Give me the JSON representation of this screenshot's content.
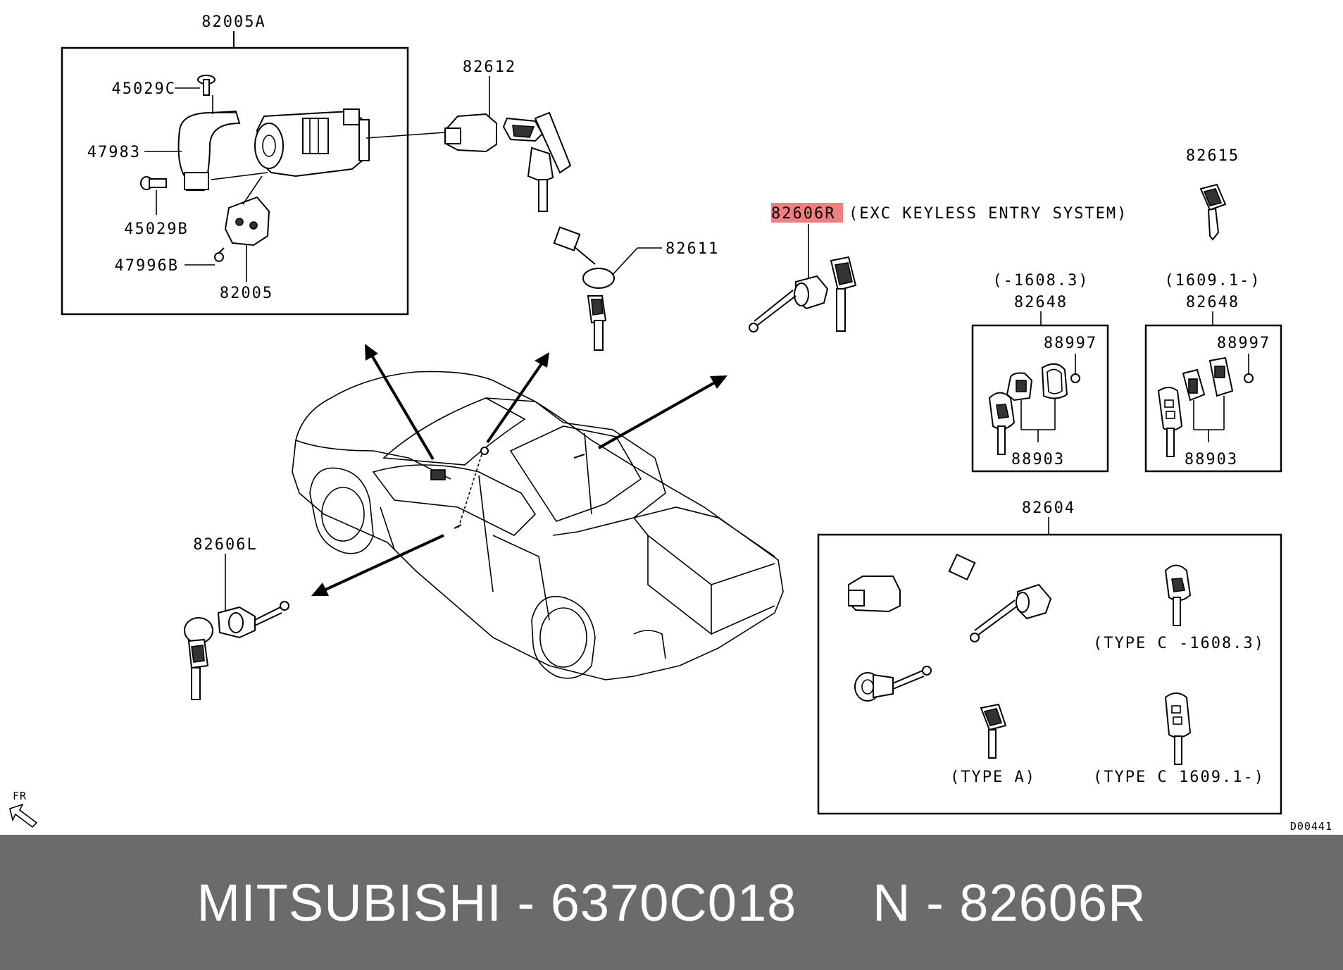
{
  "labels": {
    "p82005A": "82005A",
    "p45029C": "45029C",
    "p47983": "47983",
    "p45029B": "45029B",
    "p47996B": "47996B",
    "p82005": "82005",
    "p82612": "82612",
    "p82611": "82611",
    "p82606R": "82606R",
    "note_82606R": "(EXC KEYLESS ENTRY SYSTEM)",
    "p82615": "82615",
    "range_left": "(-1608.3)",
    "range_right": "(1609.1-)",
    "p82648_left": "82648",
    "p82648_right": "82648",
    "p88997_left": "88997",
    "p88997_right": "88997",
    "p88903_left": "88903",
    "p88903_right": "88903",
    "p82604": "82604",
    "type_c_early": "(TYPE C -1608.3)",
    "type_a": "(TYPE A)",
    "type_c_late": "(TYPE C 1609.1-)",
    "p82606L": "82606L",
    "fr": "FR",
    "diagram_code": "D00441"
  },
  "highlight_color": "#f08080",
  "footer": {
    "brand": "MITSUBISHI",
    "part_number": "6370C018",
    "ref_prefix": "N",
    "ref_number": "82606R"
  }
}
